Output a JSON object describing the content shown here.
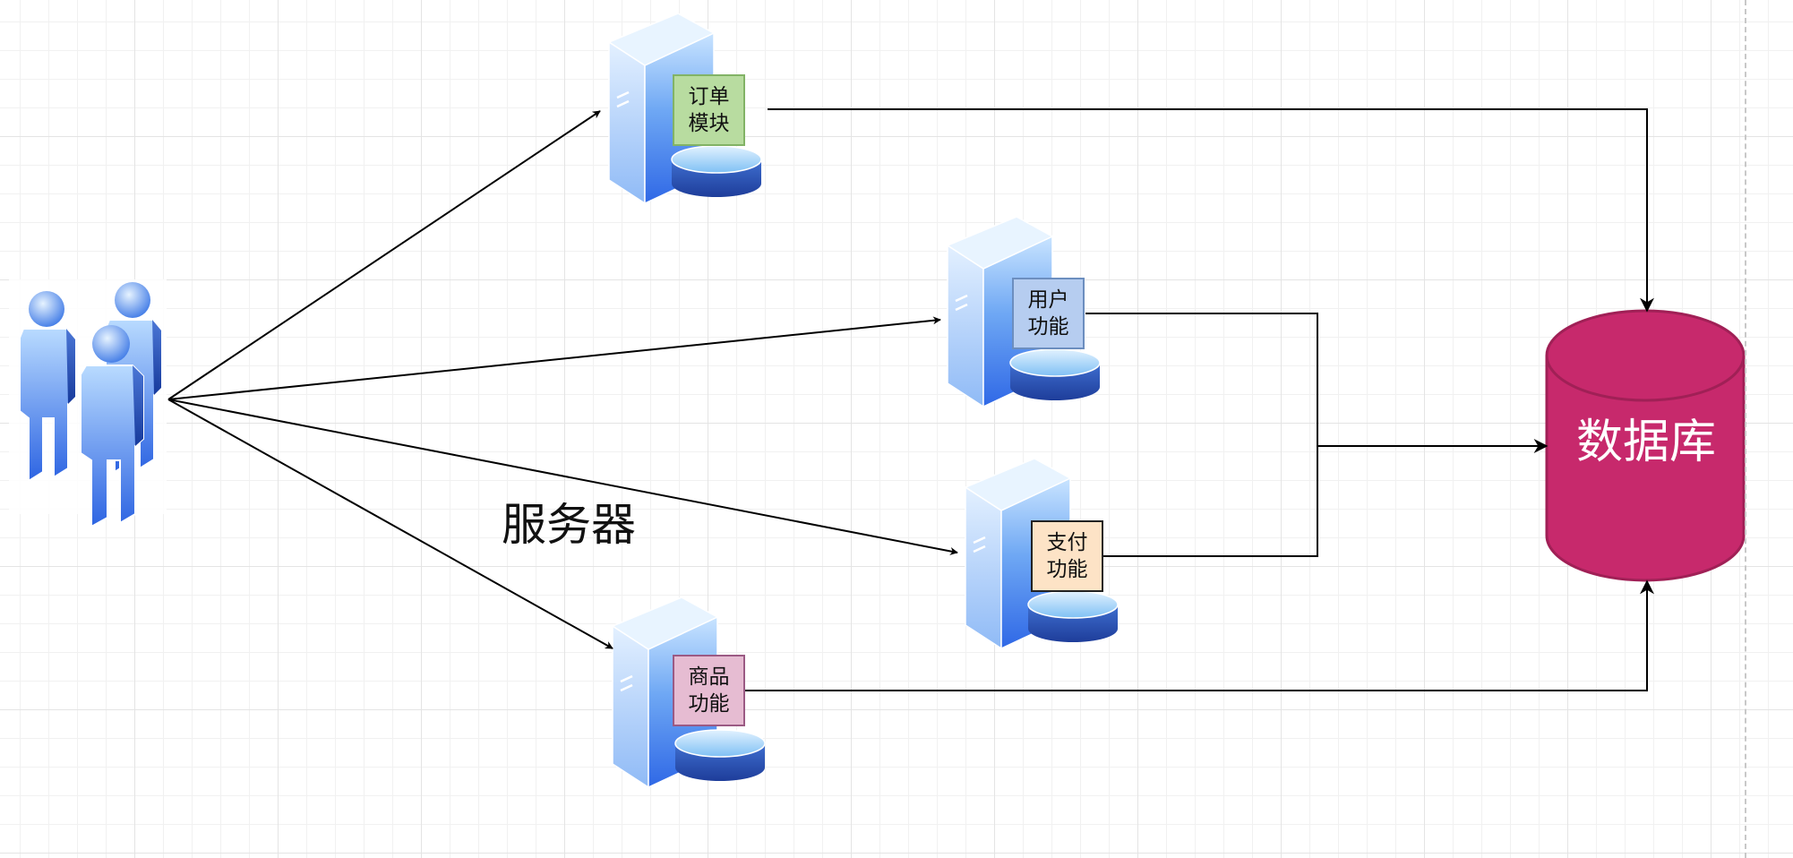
{
  "caption": "服务器",
  "database": {
    "label": "数据库",
    "fill": "#c7296c",
    "stroke": "#a02056"
  },
  "modules": [
    {
      "id": "order",
      "label": "订单\n模块",
      "fill": "#b8dca0",
      "stroke": "#82b366"
    },
    {
      "id": "user",
      "label": "用户\n功能",
      "fill": "#b6cdf0",
      "stroke": "#6c8ebf"
    },
    {
      "id": "payment",
      "label": "支付\n功能",
      "fill": "#fde3c6",
      "stroke": "#222222"
    },
    {
      "id": "product",
      "label": "商品\n功能",
      "fill": "#e6bcd2",
      "stroke": "#9b5a84"
    }
  ],
  "connector_color": "#000000"
}
